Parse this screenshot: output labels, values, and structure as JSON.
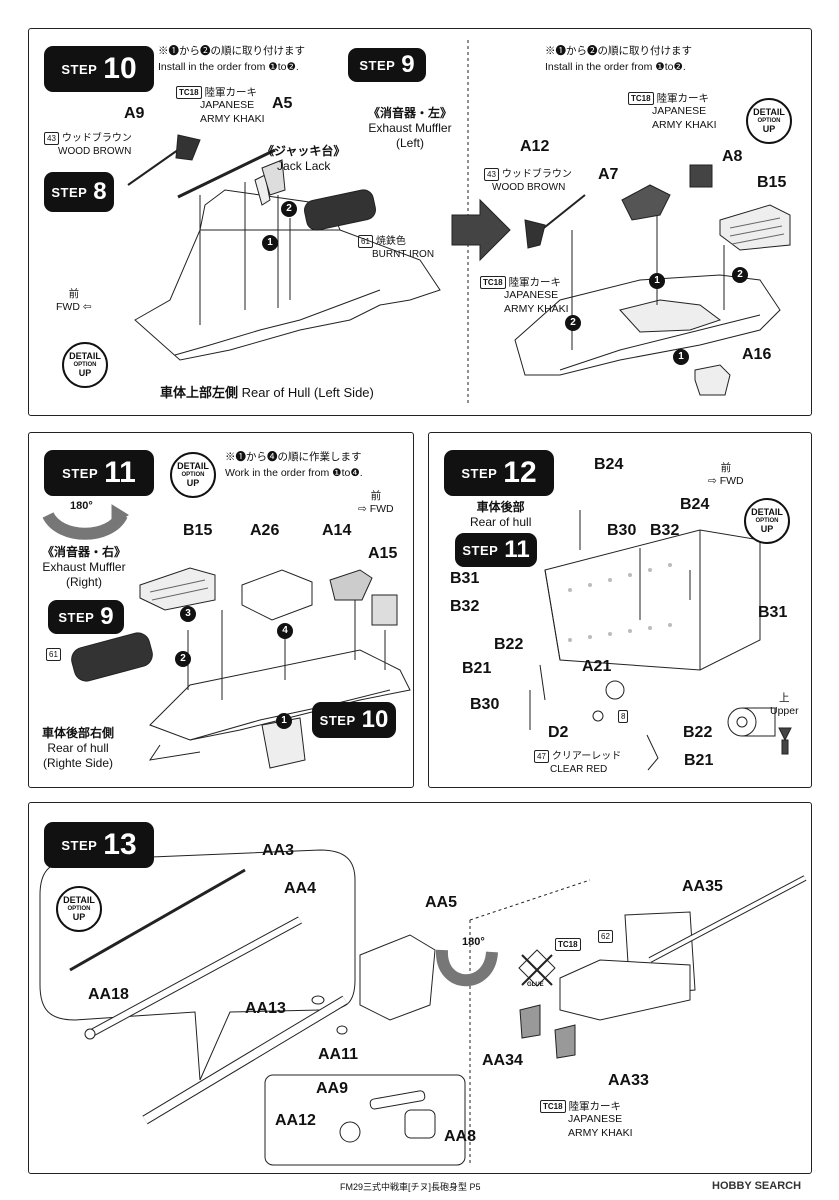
{
  "step10": {
    "step_word": "STEP",
    "step_num": "10",
    "note_jp": "※❶から❷の順に取り付けます",
    "note_en": "Install in the order from ❶to❷.",
    "sub_step9": {
      "word": "STEP",
      "num": "9"
    },
    "sub_step8": {
      "word": "STEP",
      "num": "8"
    },
    "labels": {
      "a9": "A9",
      "a5": "A5"
    },
    "paint_tc18": {
      "code": "TC18",
      "jp": "陸軍カーキ",
      "en1": "JAPANESE",
      "en2": "ARMY KHAKI"
    },
    "paint_43": {
      "code": "43",
      "jp": "ウッドブラウン",
      "en": "WOOD BROWN"
    },
    "paint_61": {
      "code": "61",
      "jp": "焼鉄色",
      "en": "BURNT IRON"
    },
    "jack_jp": "《ジャッキ台》",
    "jack_en": "Jack Lack",
    "muffler_jp": "《消音器・左》",
    "muffler_en1": "Exhaust Muffler",
    "muffler_en2": "(Left)",
    "fwd_jp": "前",
    "fwd_en": "FWD",
    "caption_jp": "車体上部左側",
    "caption_en": "Rear of Hull (Left Side)",
    "detail": {
      "l1": "DETAIL",
      "l2": "OPTION",
      "l3": "UP"
    }
  },
  "step10b": {
    "note_jp": "※❶から❷の順に取り付けます",
    "note_en": "Install in the order from ❶to❷.",
    "labels": {
      "a12": "A12",
      "a7": "A7",
      "a8": "A8",
      "b15": "B15",
      "a16": "A16"
    },
    "paint_43": {
      "code": "43",
      "jp": "ウッドブラウン",
      "en": "WOOD BROWN"
    },
    "paint_tc18_top": {
      "code": "TC18",
      "jp": "陸軍カーキ",
      "en1": "JAPANESE",
      "en2": "ARMY KHAKI"
    },
    "paint_tc18_bot": {
      "code": "TC18",
      "jp": "陸軍カーキ",
      "en1": "JAPANESE",
      "en2": "ARMY KHAKI"
    },
    "detail": {
      "l1": "DETAIL",
      "l2": "OPTION",
      "l3": "UP"
    }
  },
  "step11": {
    "step_word": "STEP",
    "step_num": "11",
    "note_jp": "※❶から❹の順に作業します",
    "note_en": "Work in the order from ❶to❹.",
    "rot": "180°",
    "muffler_jp": "《消音器・右》",
    "muffler_en1": "Exhaust Muffler",
    "muffler_en2": "(Right)",
    "sub_step9": {
      "word": "STEP",
      "num": "9"
    },
    "sub_step10": {
      "word": "STEP",
      "num": "10"
    },
    "paint_61": "61",
    "labels": {
      "b15": "B15",
      "a26": "A26",
      "a14": "A14",
      "a15": "A15"
    },
    "fwd_jp": "前",
    "fwd_en": "FWD",
    "caption_jp": "車体後部右側",
    "caption_en1": "Rear of hull",
    "caption_en2": "(Righte Side)",
    "detail": {
      "l1": "DETAIL",
      "l2": "OPTION",
      "l3": "UP"
    }
  },
  "step12": {
    "step_word": "STEP",
    "step_num": "12",
    "caption_jp": "車体後部",
    "caption_en": "Rear of hull",
    "sub_step11": {
      "word": "STEP",
      "num": "11"
    },
    "labels": {
      "b24a": "B24",
      "b24b": "B24",
      "b30a": "B30",
      "b32a": "B32",
      "b31a": "B31",
      "b32b": "B32",
      "b31b": "B31",
      "b22a": "B22",
      "b21a": "B21",
      "a21": "A21",
      "b30b": "B30",
      "d2": "D2",
      "b22b": "B22",
      "b21b": "B21"
    },
    "paint_47": {
      "code": "47",
      "jp": "クリアーレッド",
      "en": "CLEAR RED"
    },
    "num8": "8",
    "fwd_jp": "前",
    "fwd_en": "FWD",
    "upper_jp": "上",
    "upper_en": "Upper",
    "detail": {
      "l1": "DETAIL",
      "l2": "OPTION",
      "l3": "UP"
    }
  },
  "step13": {
    "step_word": "STEP",
    "step_num": "13",
    "labels": {
      "aa3": "AA3",
      "aa4": "AA4",
      "aa18": "AA18",
      "aa5": "AA5",
      "aa13": "AA13",
      "aa11": "AA11",
      "aa9": "AA9",
      "aa12": "AA12",
      "aa8": "AA8",
      "aa35": "AA35",
      "aa34": "AA34",
      "aa33": "AA33"
    },
    "rot": "180°",
    "paint_62": "62",
    "paint_tc18_top": "TC18",
    "paint_tc18_bot": {
      "code": "TC18",
      "jp": "陸軍カーキ",
      "en1": "JAPANESE",
      "en2": "ARMY KHAKI"
    },
    "detail": {
      "l1": "DETAIL",
      "l2": "OPTION",
      "l3": "UP"
    },
    "glue_icon_label": "GLUE"
  },
  "footer": {
    "text": "FM29三式中戦車[チヌ]長砲身型 P5",
    "brand": "HOBBY SEARCH"
  }
}
